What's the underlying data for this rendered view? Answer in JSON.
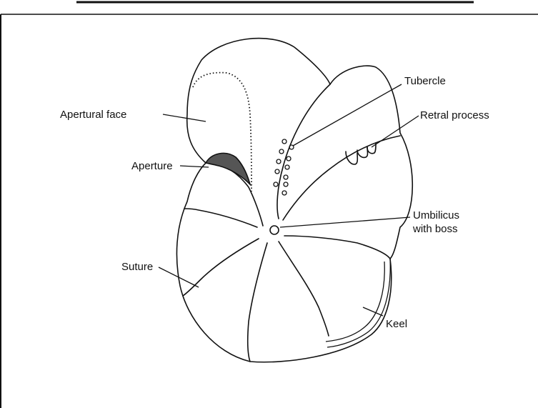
{
  "diagram": {
    "colors": {
      "line": "#111111",
      "aperture_fill": "#555555",
      "background": "#ffffff"
    },
    "labels": {
      "apertural_face": "Apertural face",
      "aperture": "Aperture",
      "suture": "Suture",
      "tubercle": "Tubercle",
      "retral_process": "Retral process",
      "umbilicus_line1": "Umbilicus",
      "umbilicus_line2": "with boss",
      "keel": "Keel"
    }
  }
}
